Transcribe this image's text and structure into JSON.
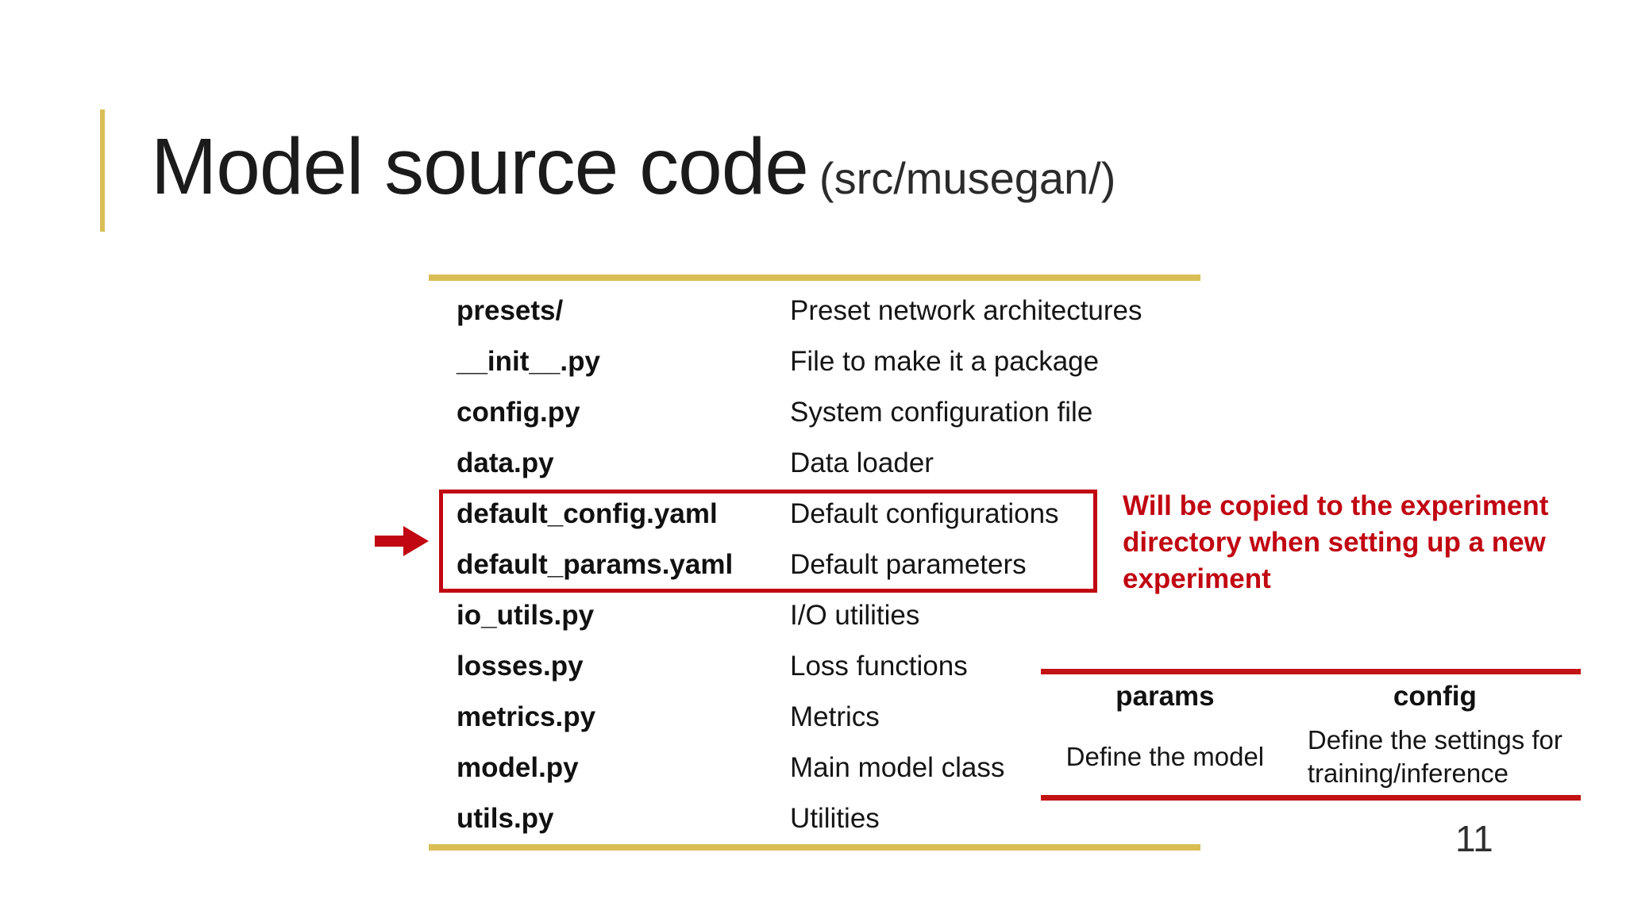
{
  "slide": {
    "title": "Model source code",
    "subtitle": "(src/musegan/)",
    "page_number": "11"
  },
  "files_table": {
    "rows": [
      {
        "name": "presets/",
        "description": "Preset network architectures"
      },
      {
        "name": "__init__.py",
        "description": "File to make it a package"
      },
      {
        "name": "config.py",
        "description": "System configuration file"
      },
      {
        "name": "data.py",
        "description": "Data loader"
      },
      {
        "name": "default_config.yaml",
        "description": "Default configurations"
      },
      {
        "name": "default_params.yaml",
        "description": "Default parameters"
      },
      {
        "name": "io_utils.py",
        "description": "I/O utilities"
      },
      {
        "name": "losses.py",
        "description": "Loss functions"
      },
      {
        "name": "metrics.py",
        "description": "Metrics"
      },
      {
        "name": "model.py",
        "description": "Main model class"
      },
      {
        "name": "utils.py",
        "description": "Utilities"
      }
    ]
  },
  "highlight": {
    "note_lines": [
      "Will be copied to the experiment",
      "directory when setting up a new",
      "experiment"
    ]
  },
  "yaml_table": {
    "headers": [
      "params",
      "config"
    ],
    "params_description": "Define the model",
    "config_description_lines": [
      "Define the settings for",
      "training/inference"
    ]
  },
  "colors": {
    "accent_gold": "#D9BE55",
    "accent_red": "#C00712",
    "rule_red": "#C21212",
    "text_black": "#1b1b1b"
  }
}
